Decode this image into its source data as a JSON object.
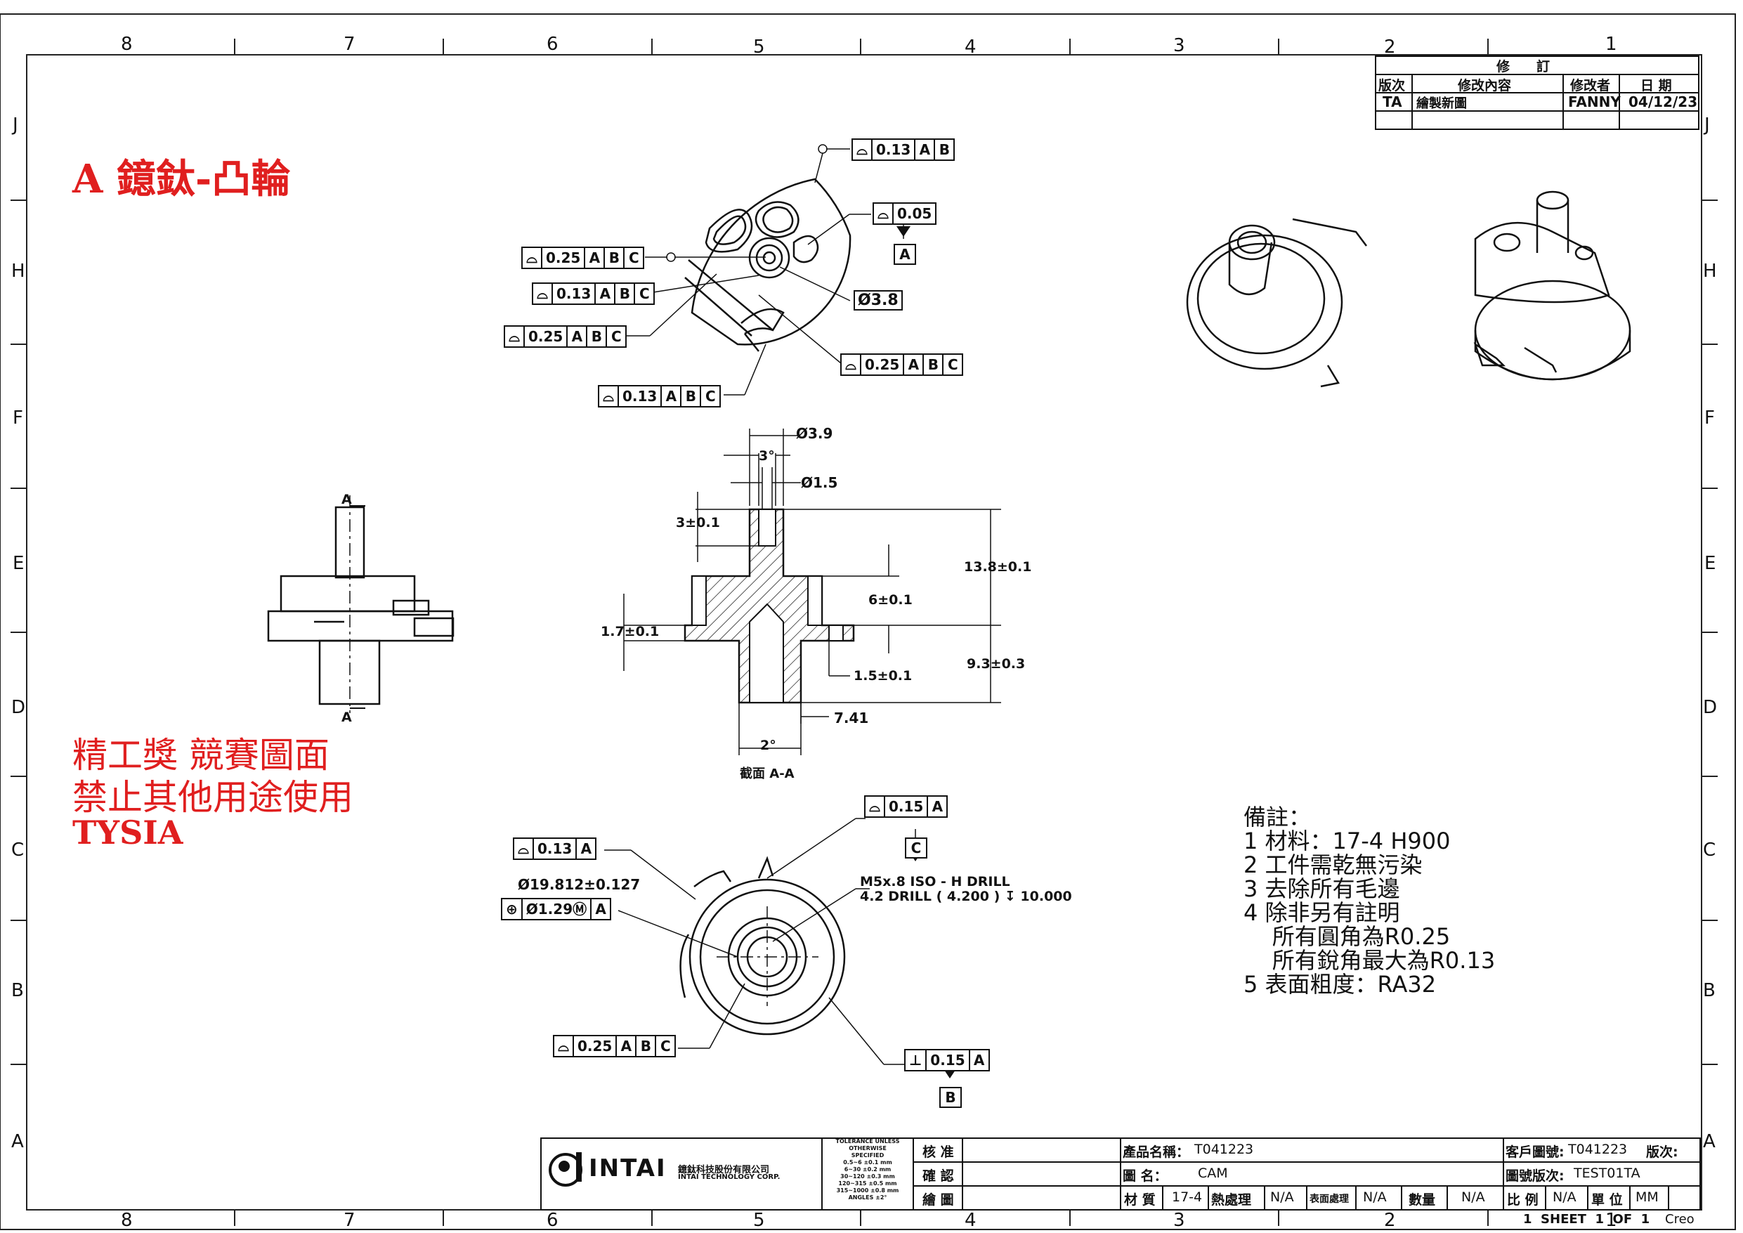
{
  "zones": {
    "top": [
      "8",
      "7",
      "6",
      "5",
      "4",
      "3",
      "2",
      "1"
    ],
    "bottom": [
      "8",
      "7",
      "6",
      "5",
      "4",
      "3",
      "2",
      "1"
    ],
    "left": [
      "J",
      "H",
      "F",
      "E",
      "D",
      "C",
      "B",
      "A"
    ],
    "right": [
      "J",
      "H",
      "F",
      "E",
      "D",
      "C",
      "B",
      "A"
    ]
  },
  "title_red": "A 鐿鈦-凸輪",
  "warning": [
    "精工獎 競賽圖面",
    "禁止其他用途使用",
    "TYSIA"
  ],
  "revision": {
    "header": "修　　訂",
    "cols": [
      "版次",
      "修改內容",
      "修改者",
      "日 期"
    ],
    "row": [
      "TA",
      "繪製新圖",
      "FANNY",
      "04/12/23"
    ]
  },
  "fcf": {
    "top_a": {
      "value": "0.13",
      "datums": [
        "A",
        "B"
      ]
    },
    "top_b": {
      "value": "0.05",
      "datums": []
    },
    "top_c": {
      "value": "0.25",
      "datums": [
        "A",
        "B",
        "C"
      ]
    },
    "top_d": {
      "value": "0.13",
      "datums": [
        "A",
        "B",
        "C"
      ]
    },
    "top_e": {
      "value": "0.25",
      "datums": [
        "A",
        "B",
        "C"
      ]
    },
    "top_f": {
      "value": "0.25",
      "datums": [
        "A",
        "B",
        "C"
      ]
    },
    "top_g": {
      "value": "0.13",
      "datums": [
        "A",
        "B",
        "C"
      ]
    },
    "bot_a": {
      "value": "0.15",
      "datums": [
        "A"
      ]
    },
    "bot_b": {
      "value": "0.13",
      "datums": [
        "A"
      ]
    },
    "bot_c": {
      "value": "Ø1.29Ⓜ",
      "datums": [
        "A"
      ]
    },
    "bot_d": {
      "value": "0.25",
      "datums": [
        "A",
        "B",
        "C"
      ]
    },
    "bot_e": {
      "value": "0.15",
      "datums": [
        "A"
      ]
    }
  },
  "datum_labels": {
    "a": "A",
    "b": "B",
    "c": "C"
  },
  "dims": {
    "d38": "Ø3.8",
    "d39": "Ø3.9",
    "d15": "Ø1.5",
    "ang3": "3°",
    "h3": "3±0.1",
    "h138": "13.8±0.1",
    "h6": "6±0.1",
    "h17": "1.7±0.1",
    "h15": "1.5±0.1",
    "h93": "9.3±0.3",
    "d741": "7.41",
    "ang2": "2°",
    "section": "截面 A-A",
    "dia19": "Ø19.812±0.127",
    "thread1": "M5x.8 ISO - H DRILL",
    "thread2": "4.2 DRILL ( 4.200 ) ↧ 10.000",
    "cutA": "A"
  },
  "notes": {
    "title": "備註：",
    "lines": [
      "1  材料：17-4 H900",
      "2  工件需乾無污染",
      "3  去除所有毛邊",
      "4  除非另有註明",
      "    所有圓角為R0.25",
      "    所有銳角最大為R0.13",
      "5 表面粗度：RA32"
    ]
  },
  "titleblock": {
    "company_cn": "鐿鈦科技股份有限公司",
    "company_en": "INTAI TECHNOLOGY CORP.",
    "logo": "INTAI",
    "tolerance": [
      "TOLERANCE UNLESS",
      "OTHERWISE",
      "SPECIFIED",
      "0.5~6 ±0.1 mm",
      "6~30 ±0.2 mm",
      "30~120 ±0.3 mm",
      "120~315 ±0.5 mm",
      "315~1000 ±0.8 mm",
      "ANGLES ±2°"
    ],
    "approve": "核 准",
    "check": "確 認",
    "draw": "繪 圖",
    "product_label": "產品名稱：",
    "product": "T041223",
    "name_label": "圖 名：",
    "name": "CAM",
    "material_label": "材 質",
    "material": "17-4",
    "heat_label": "熱處理",
    "heat": "N/A",
    "surface_label": "表面處理",
    "surface": "N/A",
    "qty_label": "數量",
    "qty": "N/A",
    "customer_label": "客戶圖號:",
    "customer": "T041223",
    "version_label": "版次:",
    "drawver_label": "圖號版次:",
    "drawver": "TEST01TA",
    "scale_label": "比 例",
    "scale": "N/A",
    "unit_label": "單 位",
    "unit": "MM",
    "sheet": "1  SHEET  1  OF  1",
    "creo": "Creo"
  }
}
